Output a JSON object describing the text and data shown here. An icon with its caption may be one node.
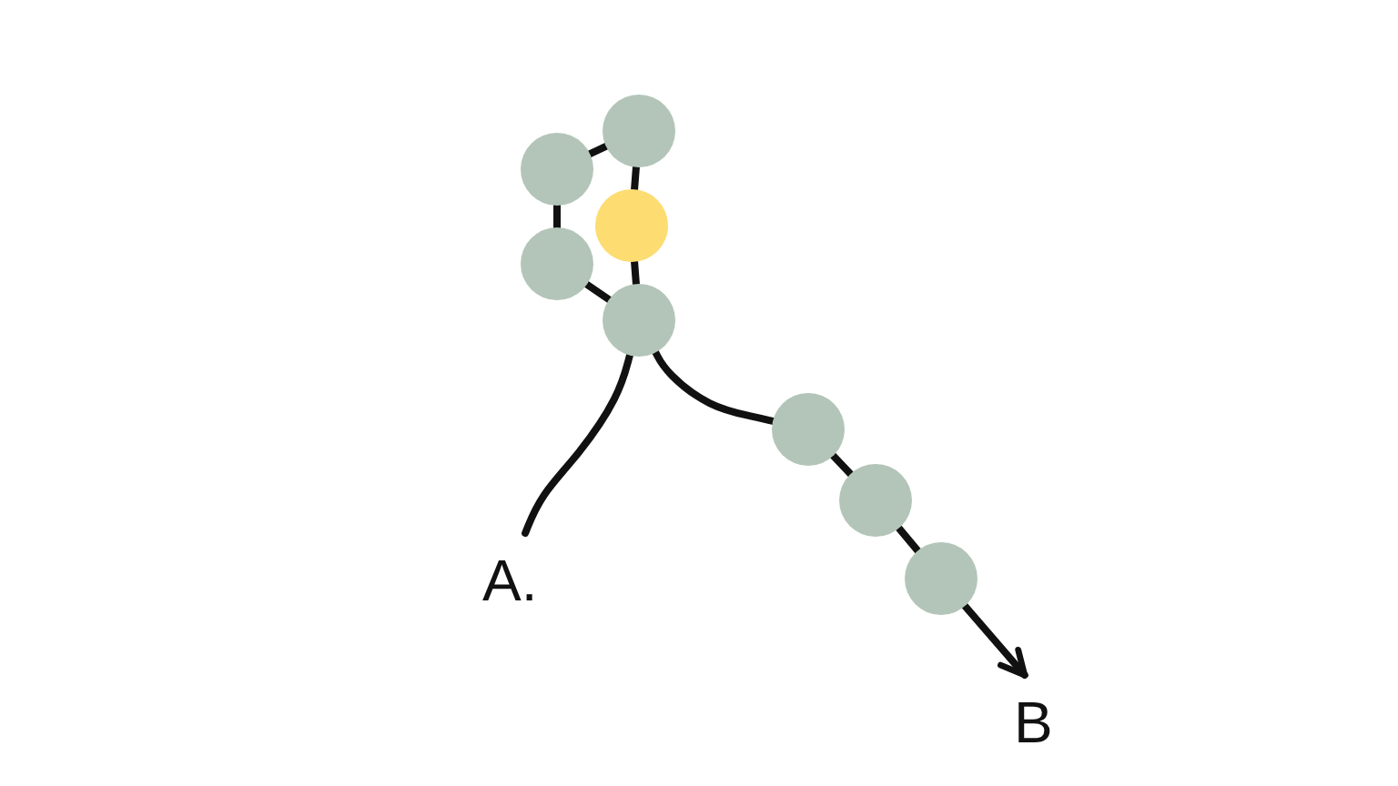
{
  "diagram": {
    "nodes": [
      {
        "text": [],
        "shape": "circle"
      },
      {
        "text": [],
        "shape": "circle"
      },
      {
        "text": [],
        "shape": "circle"
      },
      {
        "text": [],
        "shape": "circle"
      },
      {
        "text": [],
        "shape": "circle"
      },
      {
        "text": [],
        "shape": "circle"
      },
      {
        "text": [],
        "shape": "circle"
      },
      {
        "text": [],
        "shape": "circle"
      },
      {
        "text": [
          "A."
        ]
      },
      {
        "text": [
          "B"
        ]
      }
    ],
    "edges": [
      {
        "from": 0,
        "to": 1,
        "arrow": "none"
      },
      {
        "from": 1,
        "to": 3,
        "arrow": "none"
      },
      {
        "from": 0,
        "to": 2,
        "arrow": "none"
      },
      {
        "from": 2,
        "to": 4,
        "arrow": "none"
      },
      {
        "from": 3,
        "to": 4,
        "arrow": "none"
      },
      {
        "from": 4,
        "to": 8,
        "arrow": "none"
      },
      {
        "from": 4,
        "to": 5,
        "arrow": "none"
      },
      {
        "from": 5,
        "to": 6,
        "arrow": "none"
      },
      {
        "from": 6,
        "to": 7,
        "arrow": "none"
      },
      {
        "from": 7,
        "to": 9,
        "arrow": "to"
      }
    ]
  }
}
